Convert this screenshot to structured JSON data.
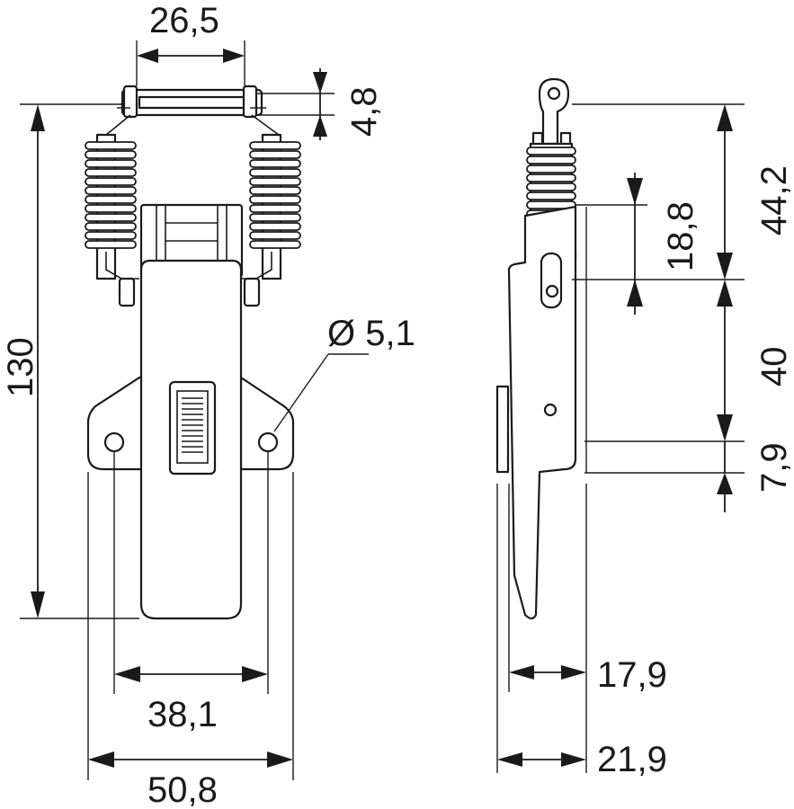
{
  "drawing": {
    "front_view": {
      "spring_spacing": "26,5",
      "hook_offset": "4,8",
      "overall_length": "130",
      "hole_diameter": "Ø 5,1",
      "hole_spacing": "38,1",
      "overall_width": "50,8"
    },
    "side_view": {
      "upper_length": "44,2",
      "spring_segment": "18,8",
      "middle_length": "40",
      "bottom_offset": "7,9",
      "depth_inner": "17,9",
      "depth_outer": "21,9"
    }
  }
}
